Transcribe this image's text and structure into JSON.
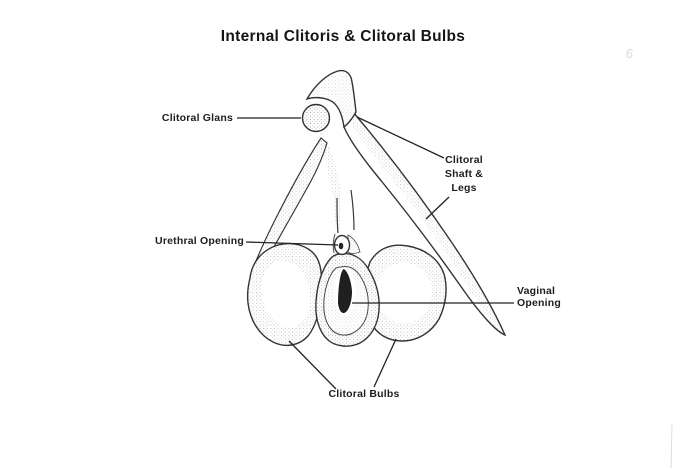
{
  "title": "Internal Clitoris & Clitoral Bulbs",
  "labels": {
    "glans": "Clitoral Glans",
    "shaft_legs": "Clitoral\nShaft &\nLegs",
    "urethral": "Urethral Opening",
    "vaginal": "Vaginal\nOpening",
    "bulbs": "Clitoral Bulbs"
  },
  "annotations": {
    "pencil_mark": "6"
  },
  "figure": {
    "parts": [
      "clitoral-glans",
      "clitoral-shaft-hook",
      "left-leg",
      "right-leg",
      "left-clitoral-bulb",
      "right-clitoral-bulb",
      "vestibule",
      "urethral-opening",
      "vaginal-opening"
    ]
  },
  "colors": {
    "background": "#ffffff",
    "ink": "#333333",
    "label_text": "#1d1d1d",
    "stipple": "#777777",
    "vaginal_slit": "#1f1f1f",
    "pencil": "#b9b9b9"
  }
}
